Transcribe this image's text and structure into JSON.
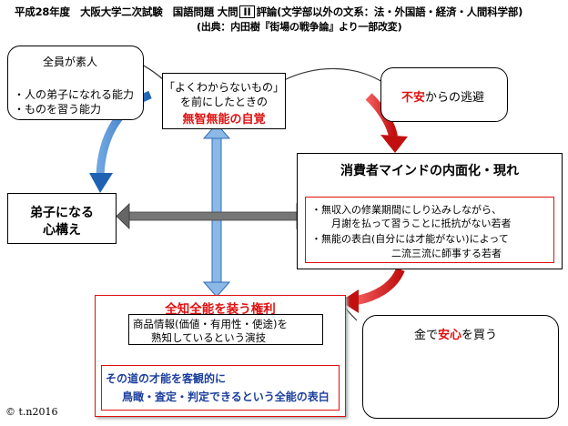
{
  "header": {
    "line1_prefix": "平成28年度　大阪大学二次試験　国語問題 大問",
    "section_number": "II",
    "line1_suffix": "評論(文学部以外の文系：法・外国語・経済・人間科学部)",
    "line2": "(出典：内田樹『街場の戦争論』より一部改変)"
  },
  "callout_amateur": {
    "title": "全員が素人",
    "line1": "・人の弟子になれる能力",
    "line2": "・ものを習う能力"
  },
  "center_box": {
    "line1": "「よくわからないもの」",
    "line2": "を前にしたときの",
    "line3": "無智無能の自覚"
  },
  "callout_escape": {
    "red_part": "不安",
    "rest": "からの逃避"
  },
  "consumer_box": {
    "title": "消費者マインドの内面化・現れ",
    "item1_line1": "・無収入の修業期間にしり込みしながら、",
    "item1_line2": "月謝を払って習うことに抵抗がない若者",
    "item2_line1": "・無能の表白(自分には才能がない)によって",
    "item2_line2": "二流三流に師事する若者"
  },
  "disciple_box": {
    "line1": "弟子になる",
    "line2": "心構え"
  },
  "omnipotence_box": {
    "title": "全知全能を装う権利",
    "inner1_line1": "商品情報(価値・有用性・使途)を",
    "inner1_line2": "熟知しているという演技",
    "inner2_line1": "その道の才能を客観的に",
    "inner2_line2": "鳥瞰・査定・判定できるという全能の表白"
  },
  "callout_money": {
    "prefix": "金で",
    "red_part": "安心",
    "suffix": "を買う"
  },
  "copyright": "© t.n2016",
  "colors": {
    "accent_red": "#e01010",
    "arrow_blue": "#2e78c8",
    "arrow_gray": "#555555",
    "arrow_red": "#d81818"
  }
}
